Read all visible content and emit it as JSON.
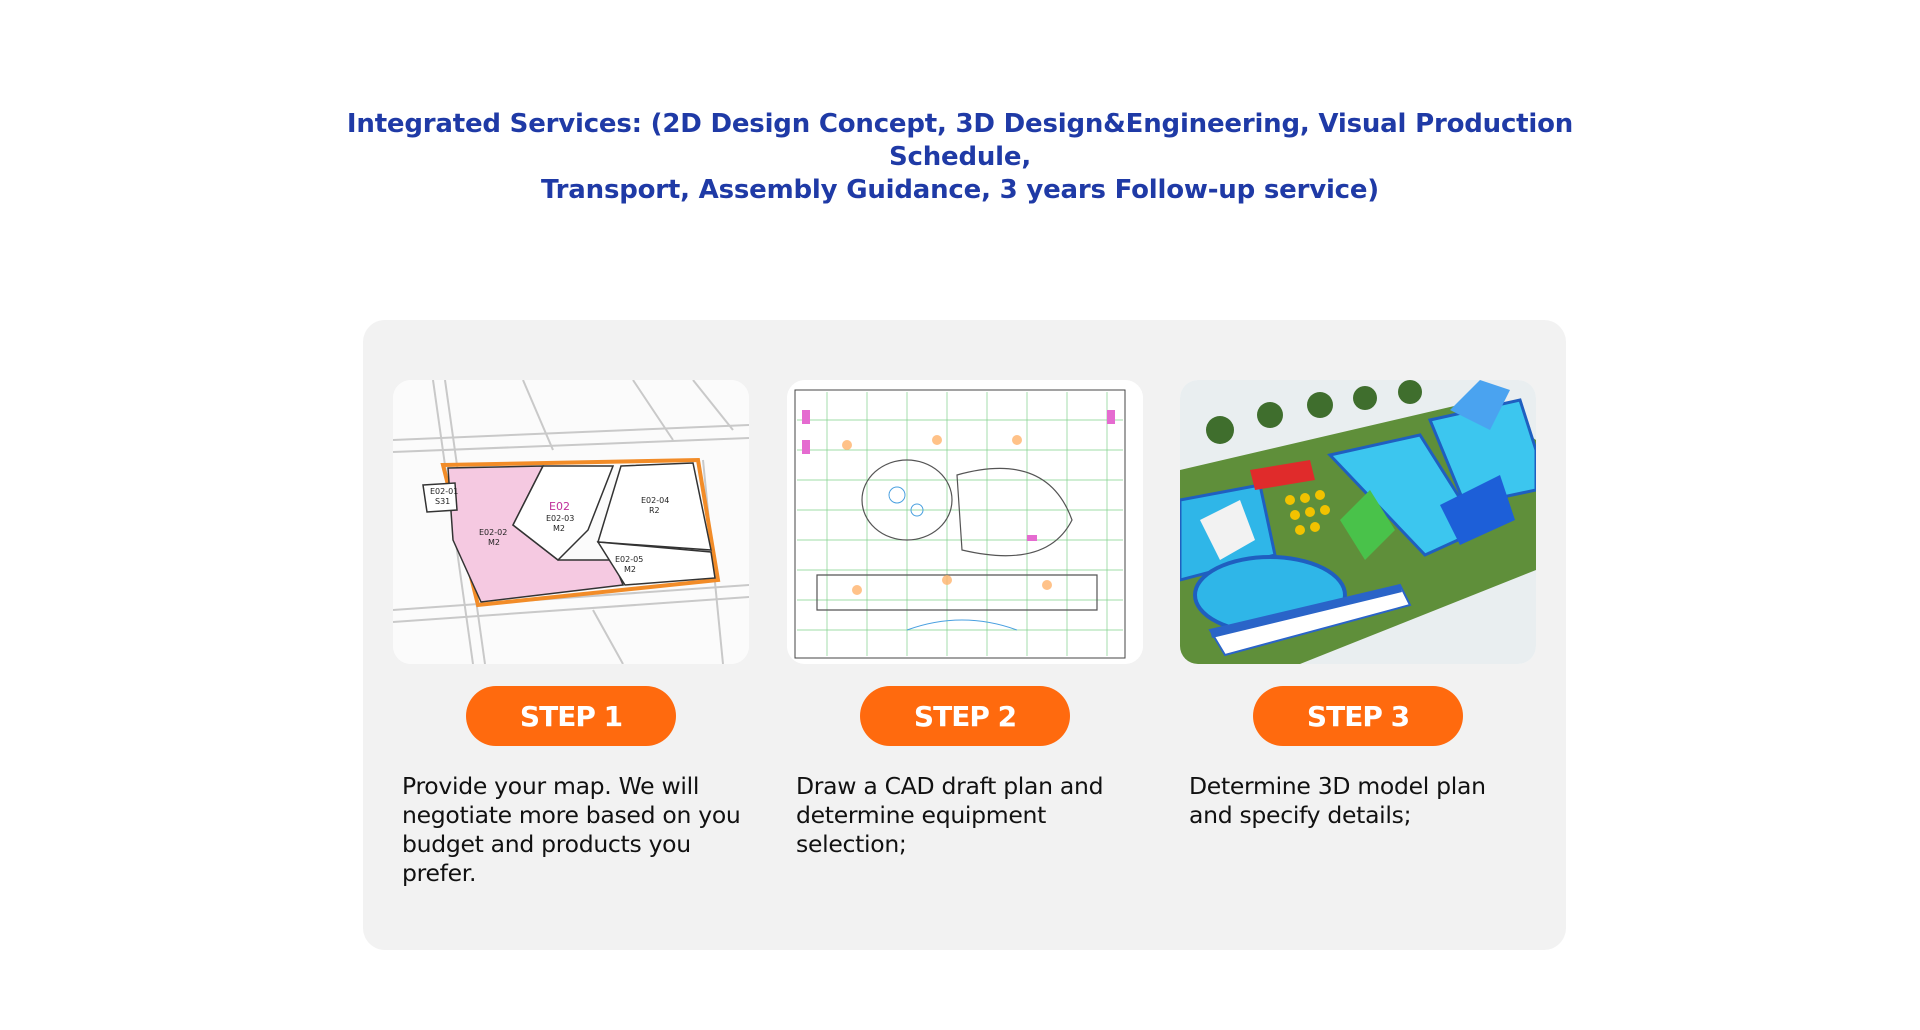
{
  "headline": {
    "line1": "Integrated Services: (2D Design Concept, 3D Design&Engineering, Visual Production Schedule,",
    "line2": "Transport, Assembly Guidance, 3 years Follow-up service)"
  },
  "steps": [
    {
      "label": "STEP 1",
      "description": "Provide your map. We will negotiate more based on you budget and products you prefer.",
      "image": {
        "parcels": [
          "E02-01",
          "S31",
          "E02-02",
          "M2",
          "E02",
          "E02-03",
          "M2",
          "E02-04",
          "R2",
          "E02-05",
          "M2"
        ]
      }
    },
    {
      "label": "STEP 2",
      "description": "Draw a CAD draft plan and determine equipment selection;"
    },
    {
      "label": "STEP 3",
      "description": "Determine 3D model plan and specify details;"
    }
  ],
  "colors": {
    "headline": "#1f3aa6",
    "step_button": "#ff6a0e",
    "panel": "#f2f2f2"
  }
}
